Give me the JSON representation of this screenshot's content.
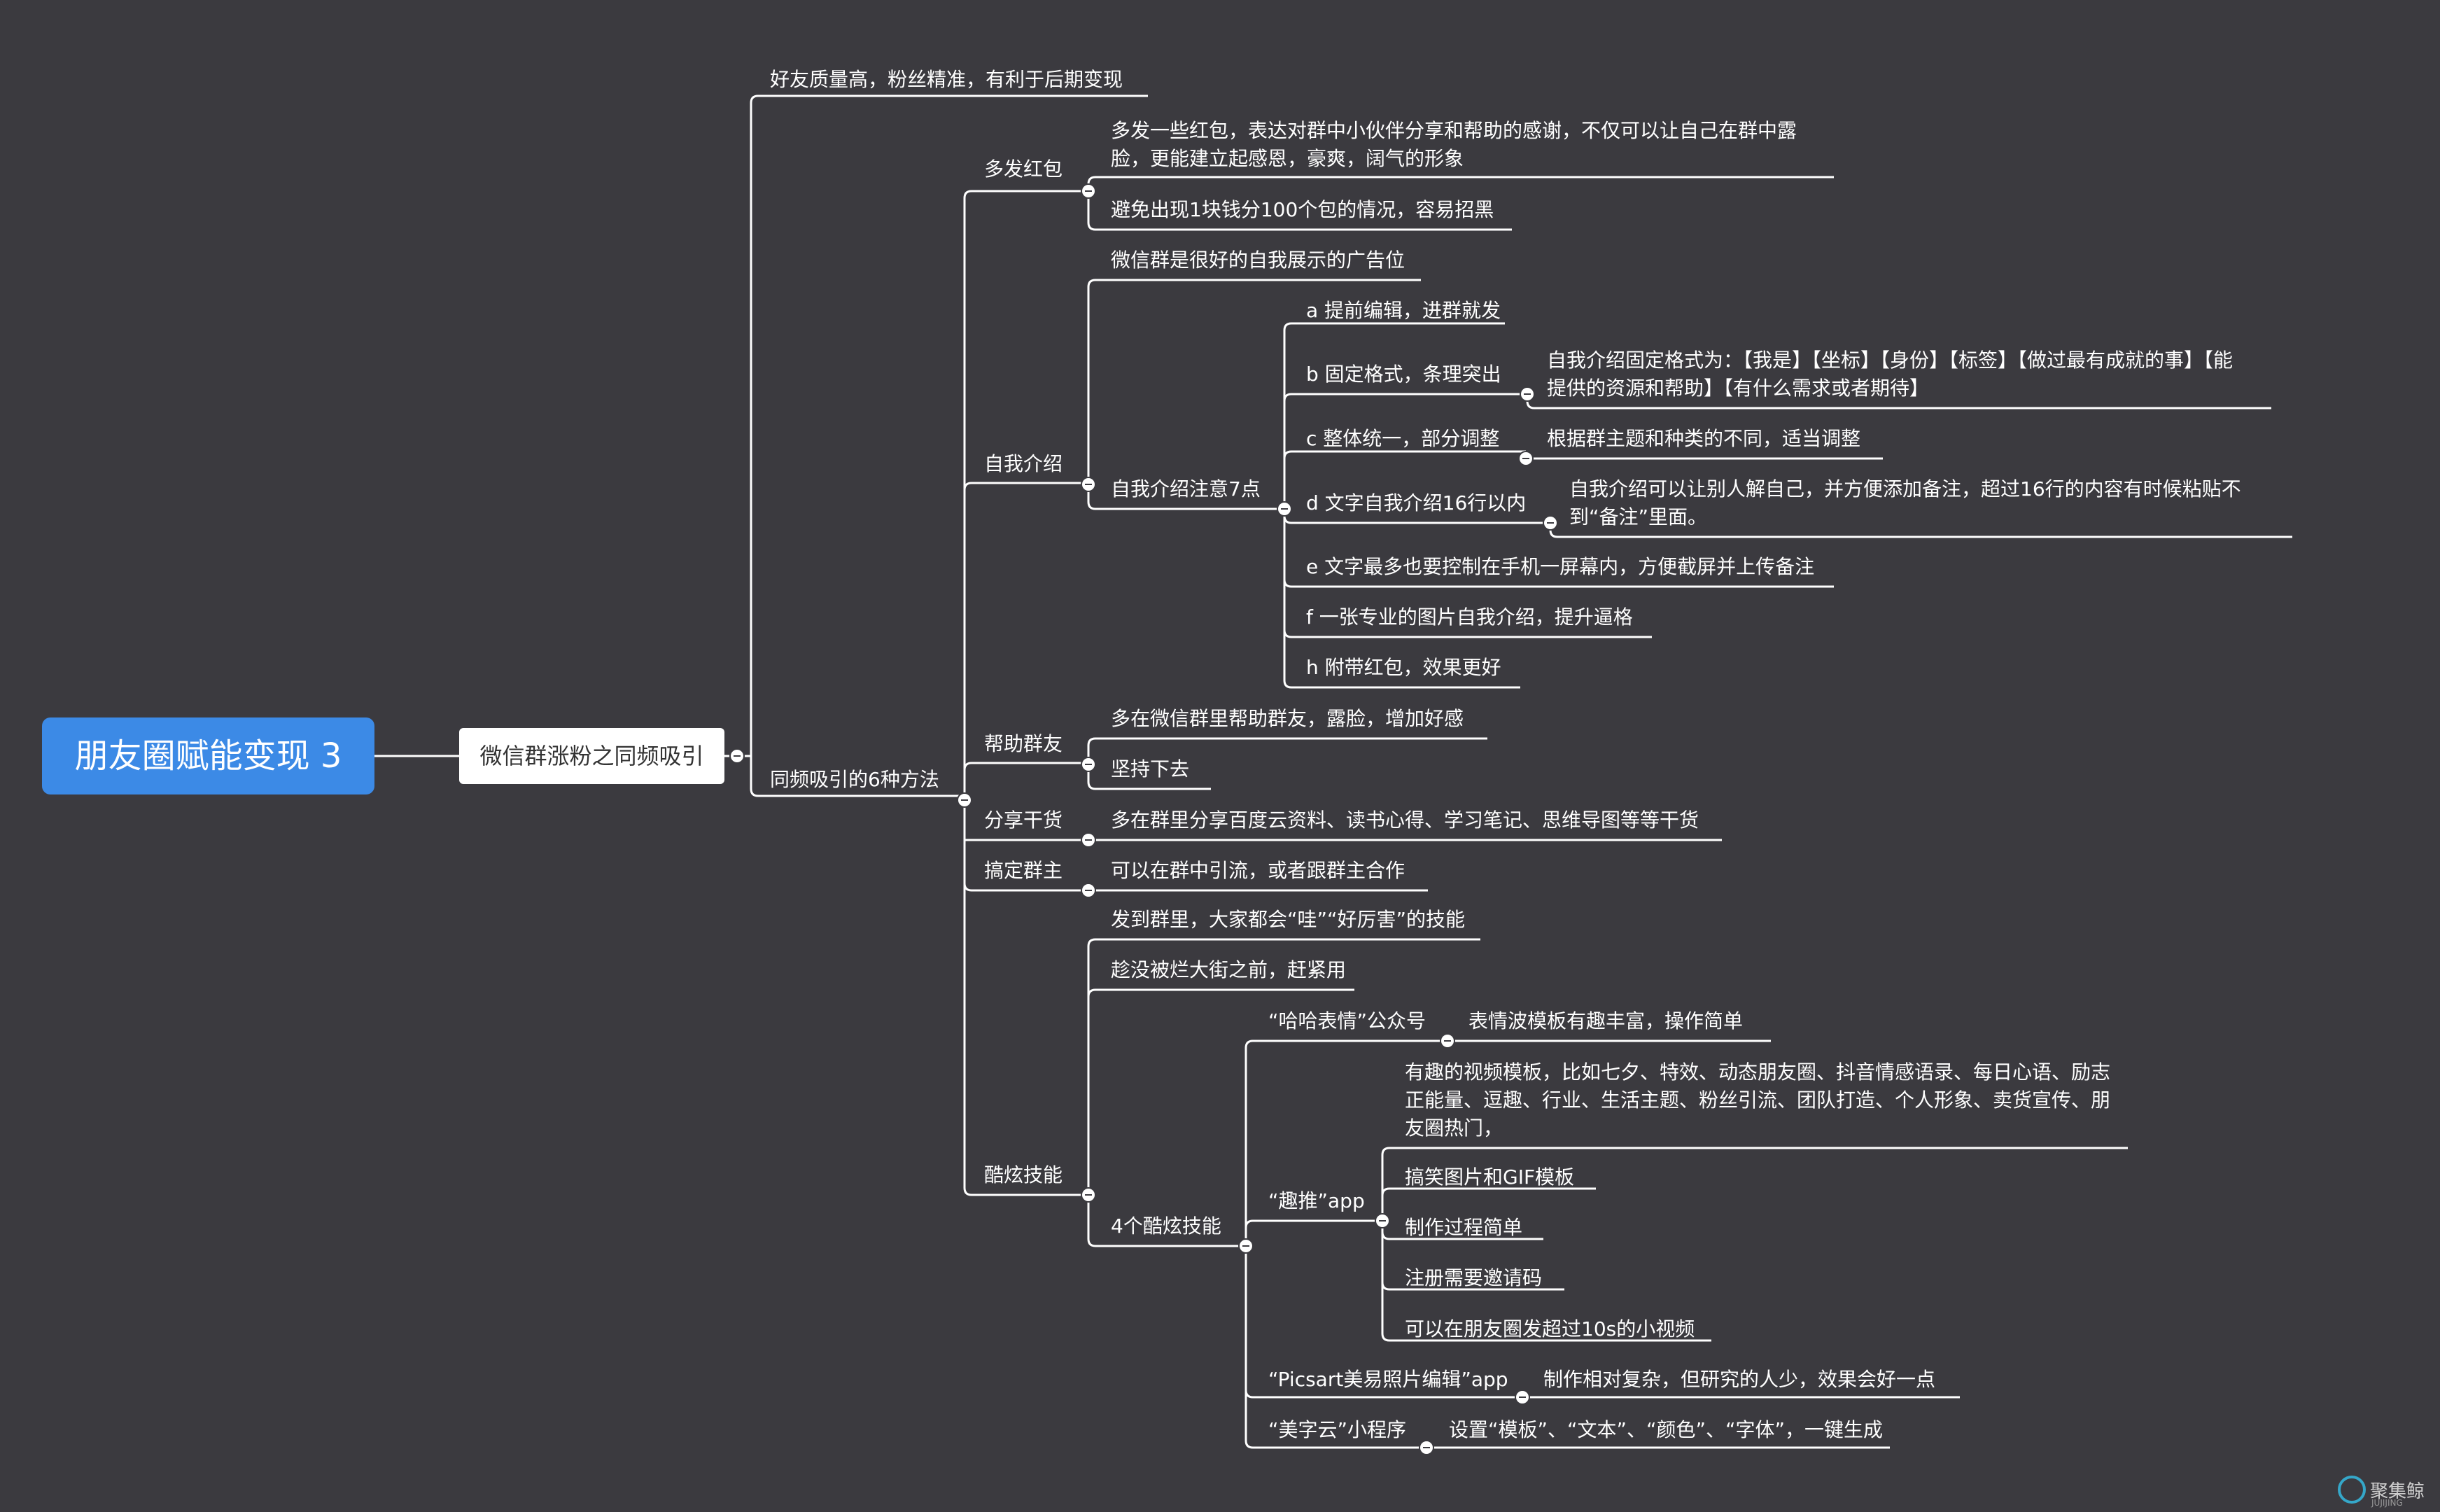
{
  "root": {
    "title": "朋友圈赋能变现 3"
  },
  "level1": {
    "title": "微信群涨粉之同频吸引"
  },
  "branch_top": {
    "text": "好友质量高，粉丝精准，有利于后期变现"
  },
  "methods": {
    "title": "同频吸引的6种方法",
    "hongbao": {
      "title": "多发红包",
      "items": [
        "多发一些红包，表达对群中小伙伴分享和帮助的感谢，不仅可以让自己在群中露脸，更能建立起感恩，豪爽，阔气的形象",
        "避免出现1块钱分100个包的情况，容易招黑"
      ]
    },
    "intro": {
      "title": "自我介绍",
      "ad": "微信群是很好的自我展示的广告位",
      "seven": {
        "title": "自我介绍注意7点",
        "a": "a 提前编辑，进群就发",
        "b": "b 固定格式，条理突出",
        "b_detail": "自我介绍固定格式为：【我是】【坐标】【身份】【标签】【做过最有成就的事】【能提供的资源和帮助】【有什么需求或者期待】",
        "c": "c 整体统一，部分调整",
        "c_detail": "根据群主题和种类的不同，适当调整",
        "d": "d 文字自我介绍16行以内",
        "d_detail": "自我介绍可以让别人解自己，并方便添加备注，超过16行的内容有时候粘贴不到“备注”里面。",
        "e": "e 文字最多也要控制在手机一屏幕内，方便截屏并上传备注",
        "f": "f 一张专业的图片自我介绍，提升逼格",
        "h": "h 附带红包，效果更好"
      }
    },
    "help": {
      "title": "帮助群友",
      "items": [
        "多在微信群里帮助群友，露脸，增加好感",
        "坚持下去"
      ]
    },
    "share": {
      "title": "分享干货",
      "item": "多在群里分享百度云资料、读书心得、学习笔记、思维导图等等干货"
    },
    "owner": {
      "title": "搞定群主",
      "item": "可以在群中引流，或者跟群主合作"
    },
    "cool": {
      "title": "酷炫技能",
      "wow": "发到群里，大家都会“哇”“好厉害”的技能",
      "hurry": "趁没被烂大街之前，赶紧用",
      "four": {
        "title": "4个酷炫技能",
        "haha": "“哈哈表情”公众号",
        "haha_detail": "表情波模板有趣丰富，操作简单",
        "qutui": "“趣推”app",
        "qutui_items": [
          "有趣的视频模板，比如七夕、特效、动态朋友圈、抖音情感语录、每日心语、励志正能量、逗趣、行业、生活主题、粉丝引流、团队打造、个人形象、卖货宣传、朋友圈热门，",
          "搞笑图片和GIF模板",
          "制作过程简单",
          "注册需要邀请码",
          "可以在朋友圈发超过10s的小视频"
        ],
        "picsart": "“Picsart美易照片编辑”app",
        "picsart_detail": "制作相对复杂，但研究的人少，效果会好一点",
        "meizi": "“美字云”小程序",
        "meizi_detail": "设置“模板”、“文本”、“颜色”、“字体”，一键生成"
      }
    }
  },
  "watermark": {
    "text": "聚集鲸",
    "sub": "JUJIJING"
  },
  "colors": {
    "background": "#3b3a3f",
    "root": "#3c8ae6",
    "line": "#ffffff"
  }
}
